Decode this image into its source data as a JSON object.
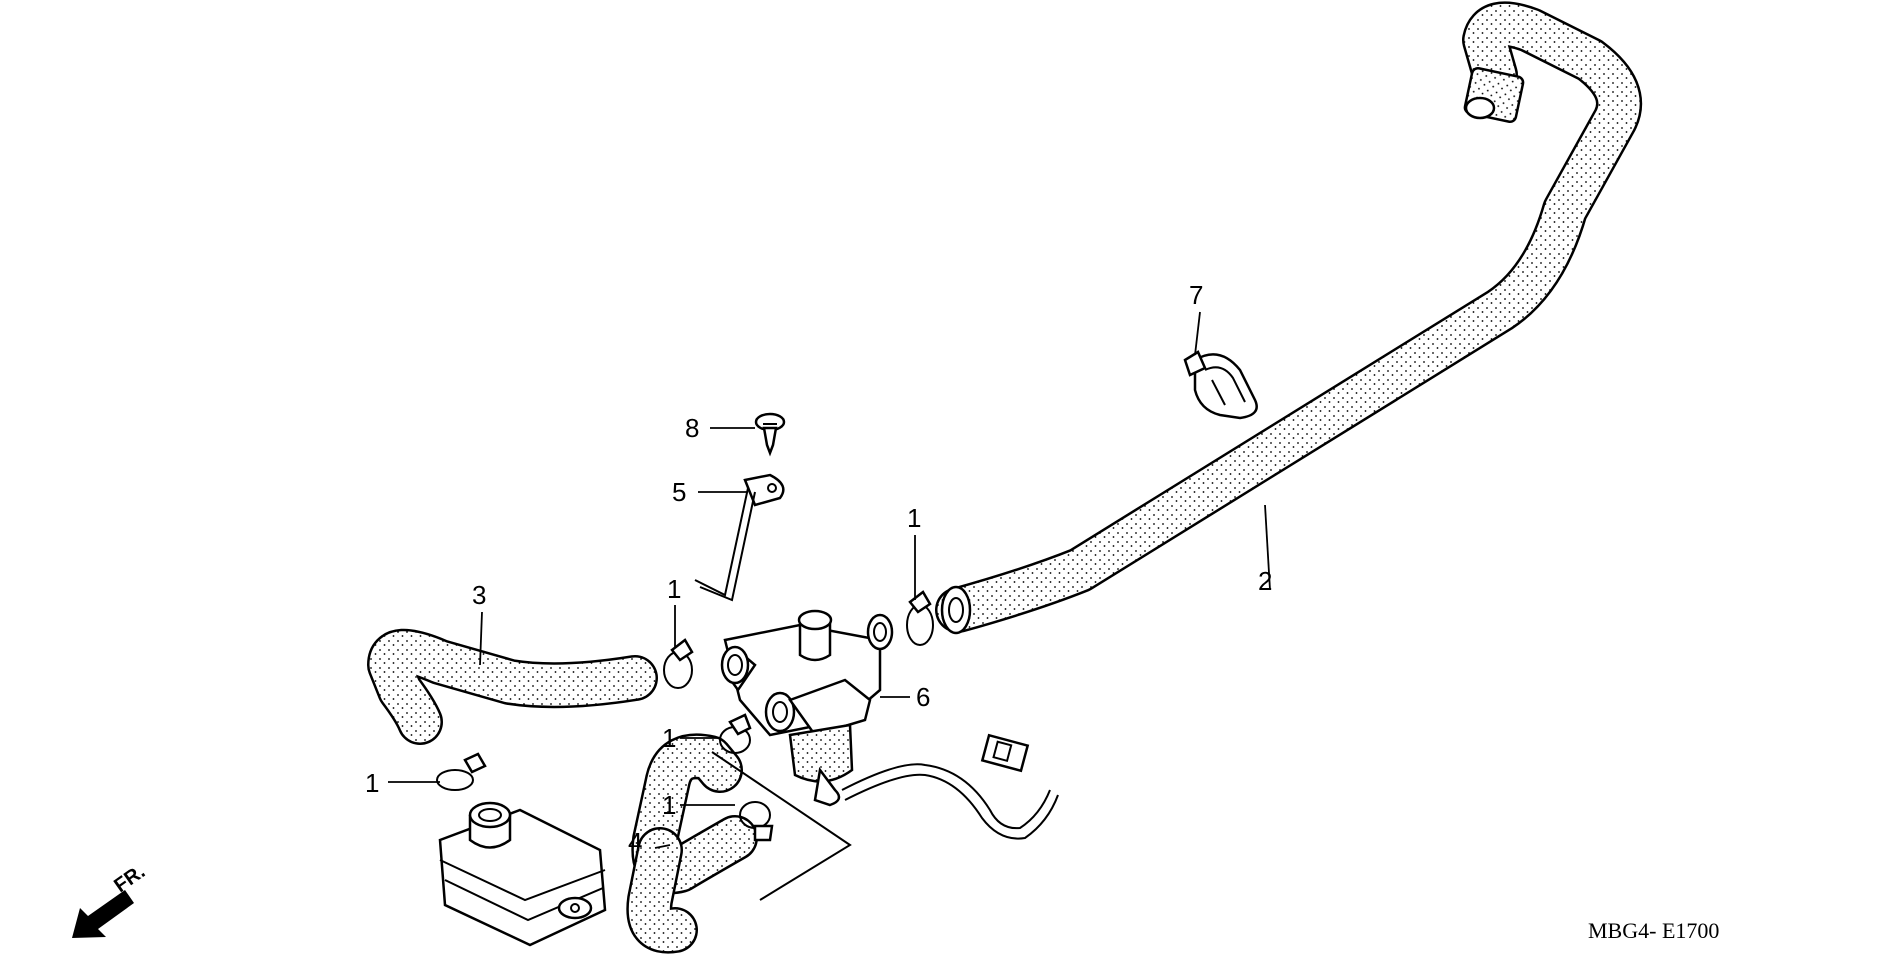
{
  "diagram": {
    "callouts": {
      "c1_left": "1",
      "c1_mid_a": "1",
      "c1_mid_b": "1",
      "c1_mid_c": "1",
      "c1_right": "1",
      "c2": "2",
      "c3": "3",
      "c4": "4",
      "c5": "5",
      "c6": "6",
      "c7": "7",
      "c8": "8"
    },
    "front_label": "FR.",
    "drawing_code": "MBG4- E1700"
  }
}
